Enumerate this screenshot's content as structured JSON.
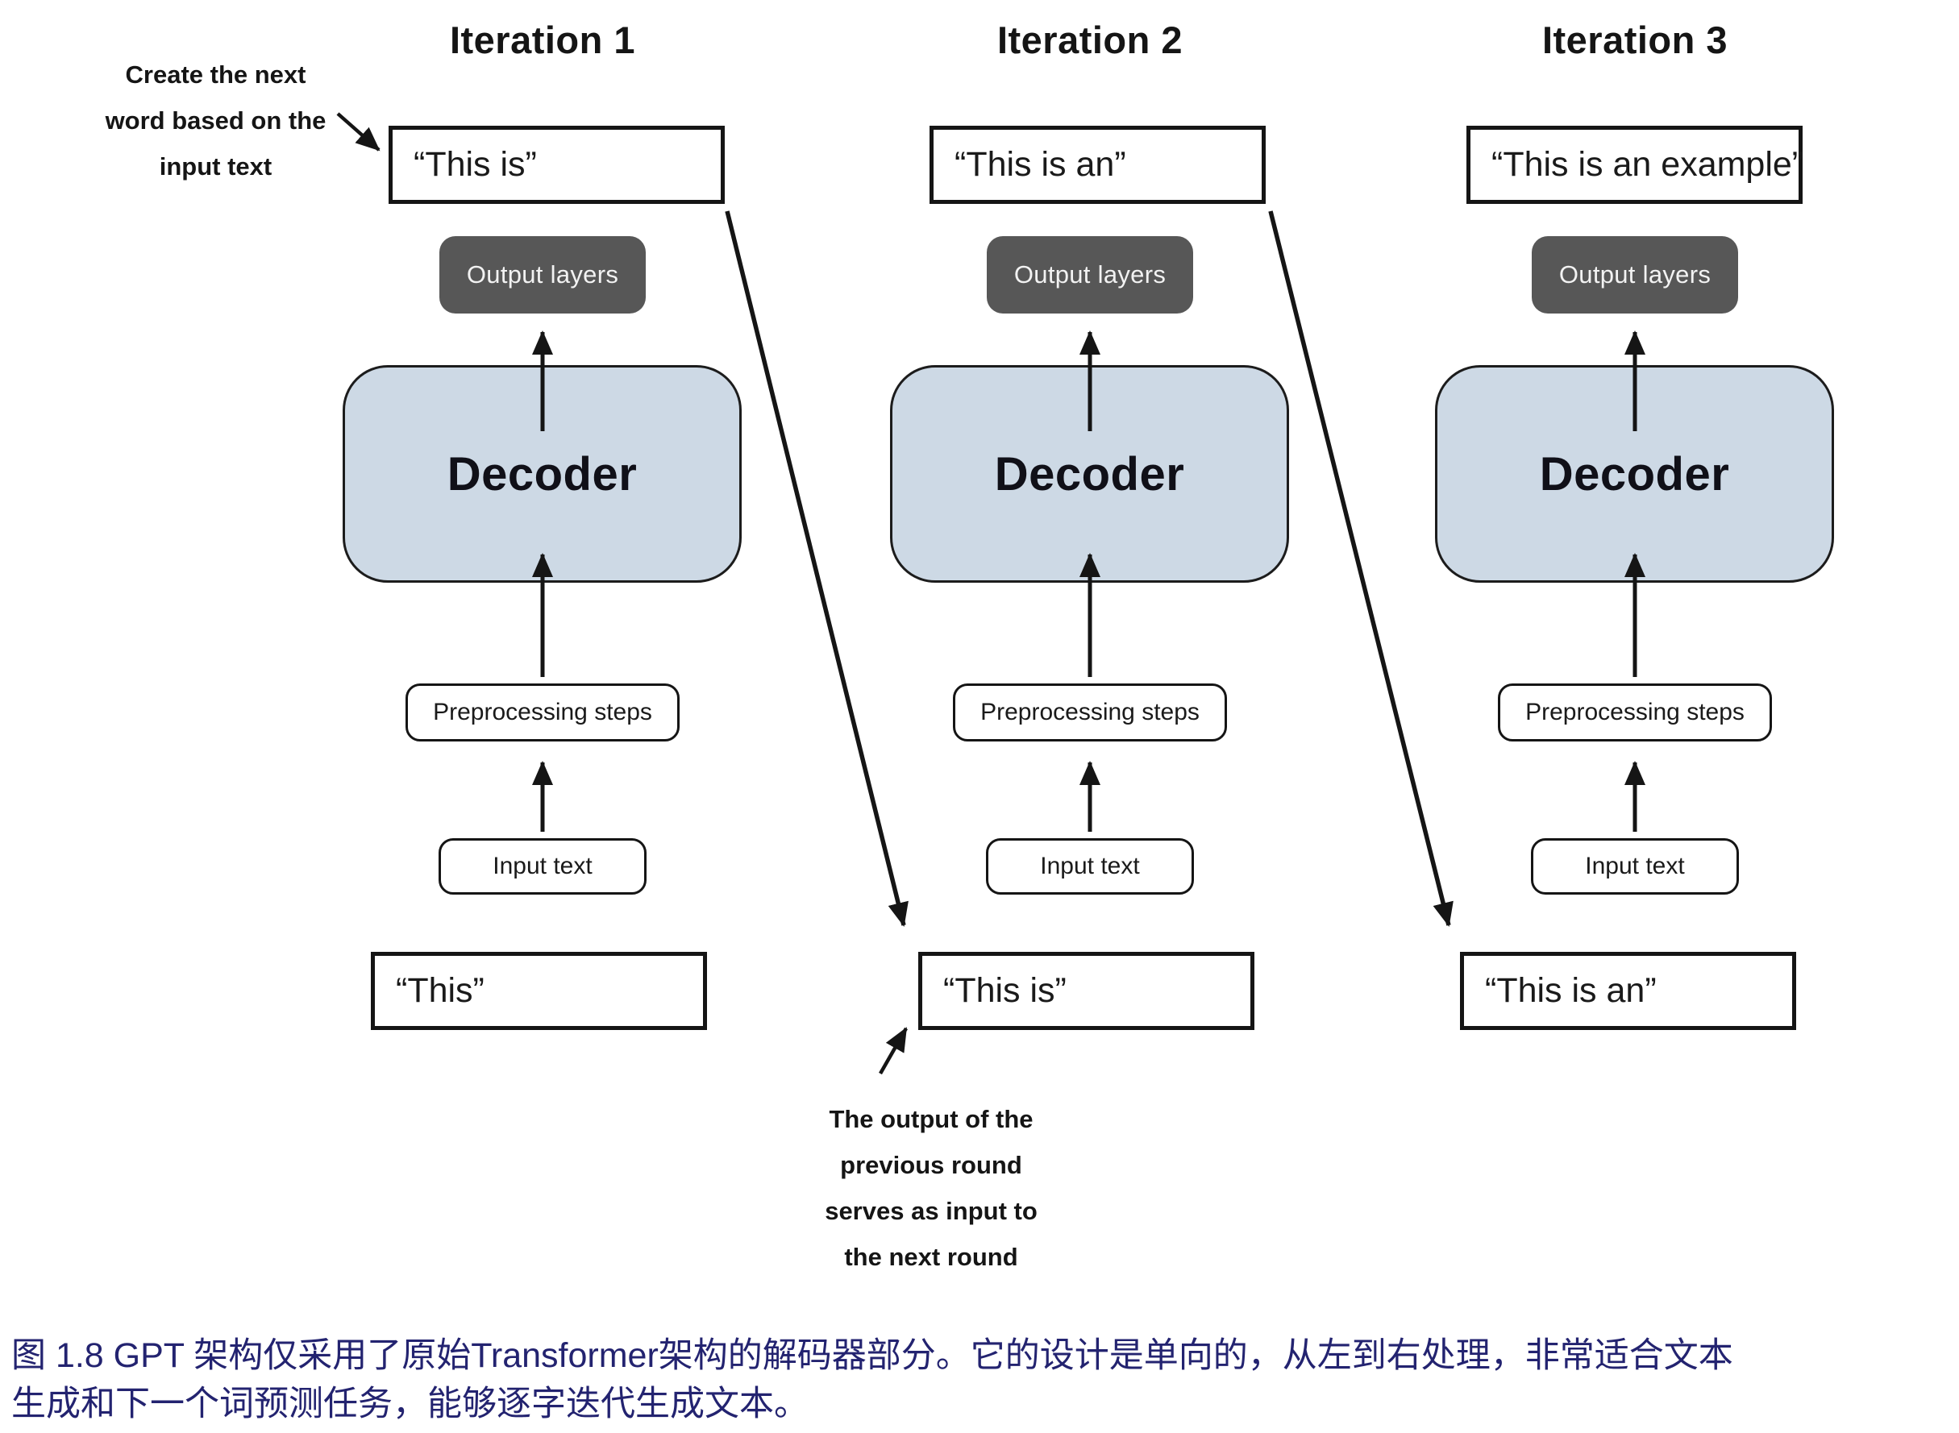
{
  "figure": {
    "columns": [
      {
        "title": "Iteration 1",
        "output_text": "“This is”",
        "output_layers_label": "Output layers",
        "decoder_label": "Decoder",
        "preprocessing_label": "Preprocessing steps",
        "input_label": "Input text",
        "bottom_text": "“This”"
      },
      {
        "title": "Iteration 2",
        "output_text": "“This is an”",
        "output_layers_label": "Output layers",
        "decoder_label": "Decoder",
        "preprocessing_label": "Preprocessing steps",
        "input_label": "Input text",
        "bottom_text": "“This is”"
      },
      {
        "title": "Iteration 3",
        "output_text": "“This is an example”",
        "output_layers_label": "Output layers",
        "decoder_label": "Decoder",
        "preprocessing_label": "Preprocessing steps",
        "input_label": "Input text",
        "bottom_text": "“This is an”"
      }
    ],
    "annotations": {
      "top_left": {
        "line1": "Create the next",
        "line2": "word based on the",
        "line3": "input text"
      },
      "bottom": {
        "line1": "The output of the",
        "line2": "previous round",
        "line3": "serves as input to",
        "line4": "the next round"
      }
    },
    "caption": {
      "line1": "图 1.8  GPT 架构仅采用了原始Transformer架构的解码器部分。它的设计是单向的，从左到右处理，非常适合文本",
      "line2": "生成和下一个词预测任务，能够逐字迭代生成文本。"
    },
    "colors": {
      "decoder_fill": "#cdd9e5",
      "output_layers_fill": "#575757",
      "caption_text": "#232370",
      "line_color": "#151515"
    }
  }
}
